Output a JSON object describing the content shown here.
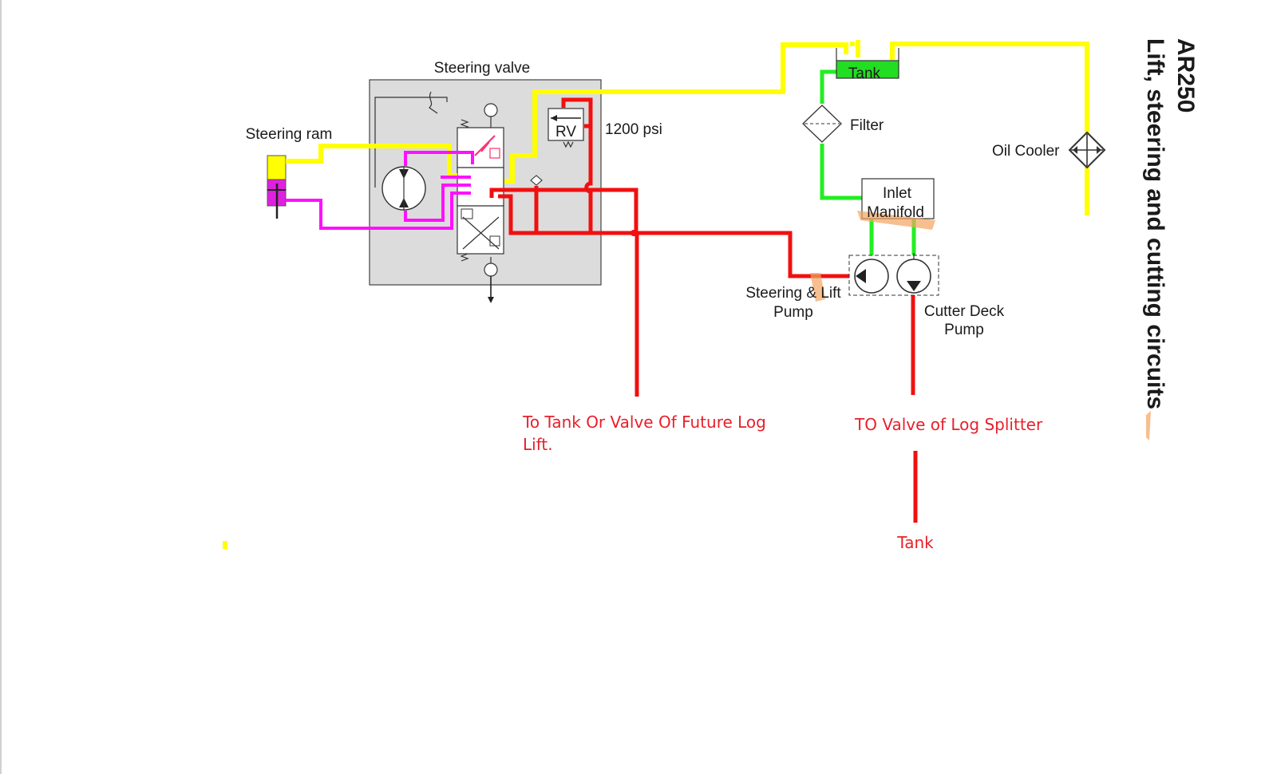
{
  "labels": {
    "steering_valve": "Steering valve",
    "steering_ram": "Steering ram",
    "rv": "RV",
    "psi": "1200 psi",
    "tank_top": "Tank",
    "filter": "Filter",
    "oil_cooler": "Oil Cooler",
    "inlet_manifold_line1": "Inlet",
    "inlet_manifold_line2": "Manifold",
    "steering_lift_pump_line1": "Steering & Lift",
    "steering_lift_pump_line2": "Pump",
    "cutter_deck_pump_line1": "Cutter Deck",
    "cutter_deck_pump_line2": "Pump",
    "future_log_lift_line1": "To Tank Or Valve Of Future Log",
    "future_log_lift_line2": "Lift.",
    "log_splitter": "TO Valve of Log Splitter",
    "tank_bottom": "Tank",
    "title_line1": "AR250",
    "title_line2": "Lift, steering and cutting circuits"
  },
  "colors": {
    "return_line": "#ffff00",
    "pressure_line": "#f01010",
    "steering_cylinder_line": "#ff10ff",
    "suction_line": "#22ee22",
    "red_annotation": "#e8202a",
    "highlight": "#f4a460",
    "valve_body": "#dcdcdc"
  }
}
